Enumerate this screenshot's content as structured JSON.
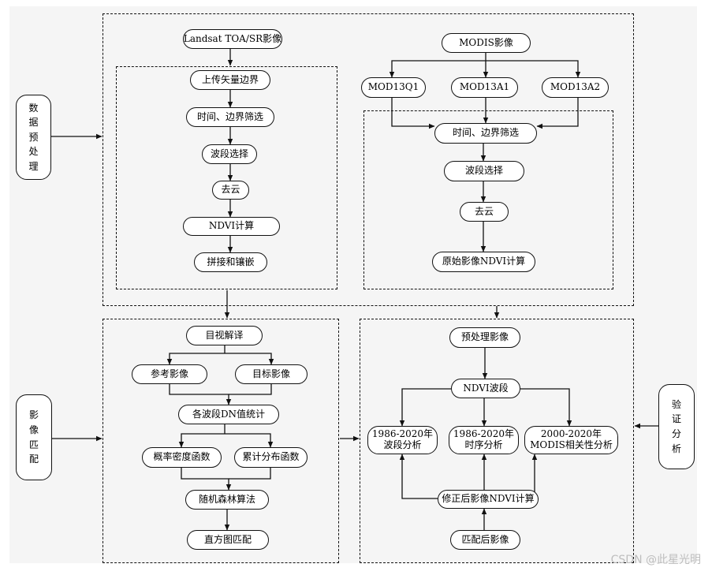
{
  "sections": {
    "preprocess": {
      "side_label": [
        "数",
        "据",
        "预",
        "处",
        "理"
      ],
      "landsat": {
        "source": "Landsat TOA/SR影像",
        "steps": [
          "上传矢量边界",
          "时间、边界筛选",
          "波段选择",
          "去云",
          "NDVI计算",
          "拼接和镶嵌"
        ]
      },
      "modis": {
        "source": "MODIS影像",
        "products": [
          "MOD13Q1",
          "MOD13A1",
          "MOD13A2"
        ],
        "steps": [
          "时间、边界筛选",
          "波段选择",
          "去云",
          "原始影像NDVI计算"
        ]
      }
    },
    "matching": {
      "side_label": [
        "影",
        "像",
        "匹",
        "配"
      ],
      "visual": "目视解译",
      "reference": "参考影像",
      "target": "目标影像",
      "band_stats": "各波段DN值统计",
      "pdf": "概率密度函数",
      "cdf": "累计分布函数",
      "rf": "随机森林算法",
      "hist": "直方图匹配"
    },
    "validation": {
      "side_label": [
        "验",
        "证",
        "分",
        "析"
      ],
      "preprocessed": "预处理影像",
      "ndvi_band": "NDVI波段",
      "analyses": [
        {
          "line1": "1986-2020年",
          "line2": "波段分析"
        },
        {
          "line1": "1986-2020年",
          "line2": "时序分析"
        },
        {
          "line1": "2000-2020年",
          "line2": "MODIS相关性分析"
        }
      ],
      "corrected": "修正后影像NDVI计算",
      "matched": "匹配后影像"
    }
  },
  "watermark": "CSDN @此星光明"
}
